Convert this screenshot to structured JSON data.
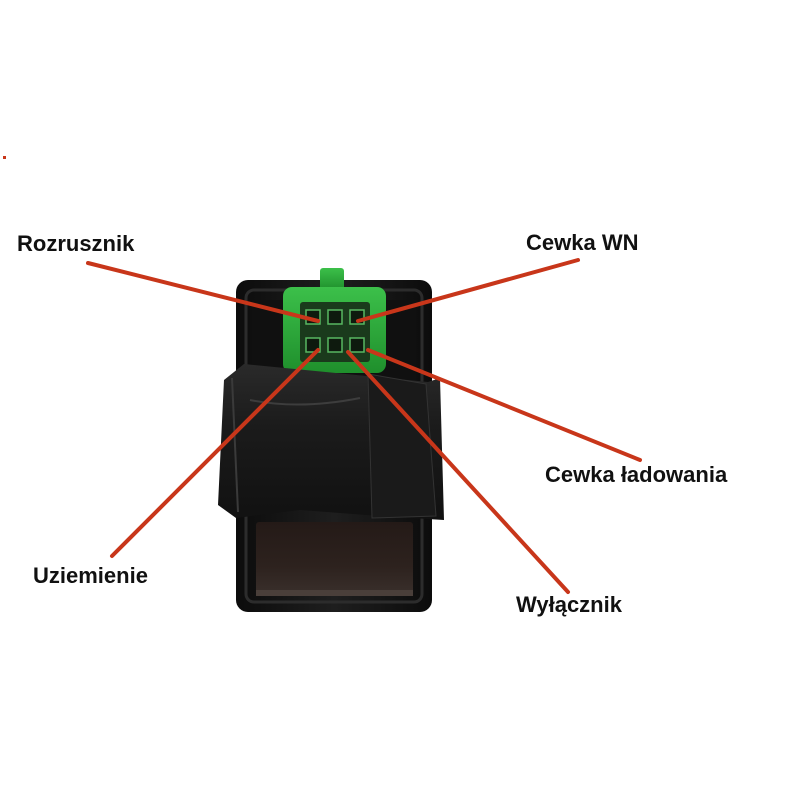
{
  "labels": {
    "rozrusznik": "Rozrusznik",
    "cewka_wn": "Cewka WN",
    "cewka_ladowania": "Cewka ładowania",
    "uziemienie": "Uziemienie",
    "wylacznik": "Wyłącznik"
  },
  "colors": {
    "leader_line": "#c8361a",
    "label_text": "#111111",
    "module_body": "#141414",
    "connector": "#2fae3b",
    "background": "#ffffff"
  }
}
